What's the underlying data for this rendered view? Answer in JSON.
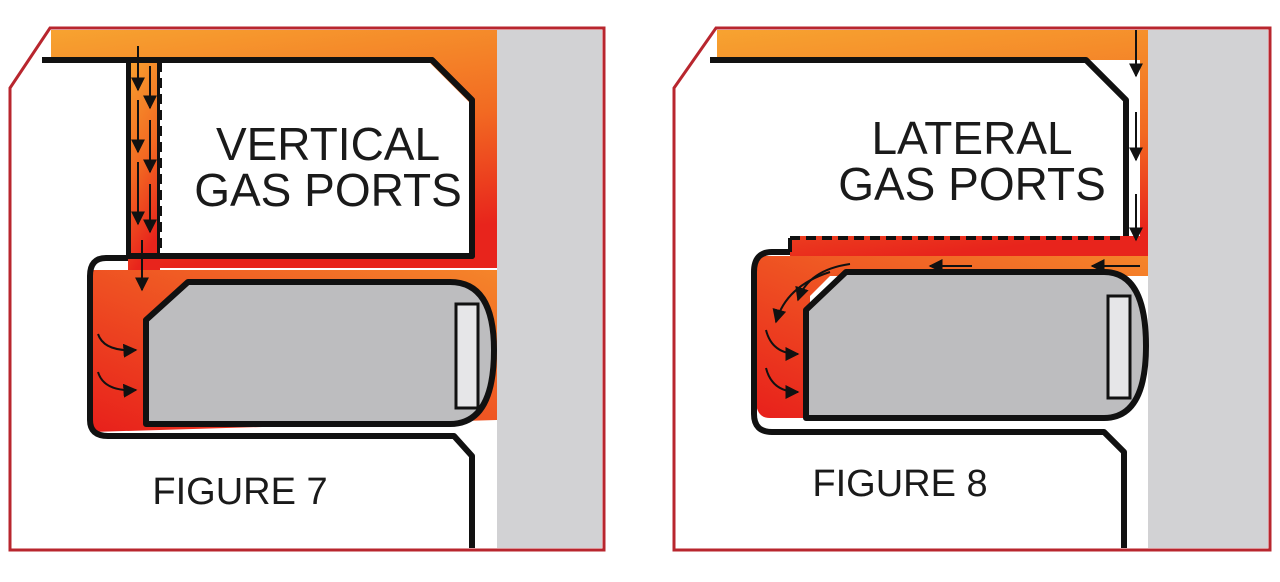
{
  "figures": [
    {
      "id": "figure-7",
      "label_line1": "VERTICAL",
      "label_line2": "GAS PORTS",
      "caption": "FIGURE 7"
    },
    {
      "id": "figure-8",
      "label_line1": "LATERAL",
      "label_line2": "GAS PORTS",
      "caption": "FIGURE 8"
    }
  ],
  "colors": {
    "frame": "#b8262e",
    "gas_orange": "#f5a12a",
    "gas_red": "#e8321f",
    "cylinder_wall": "#d2d2d4",
    "ring_fill": "#bdbdbf",
    "outline": "#111111"
  }
}
